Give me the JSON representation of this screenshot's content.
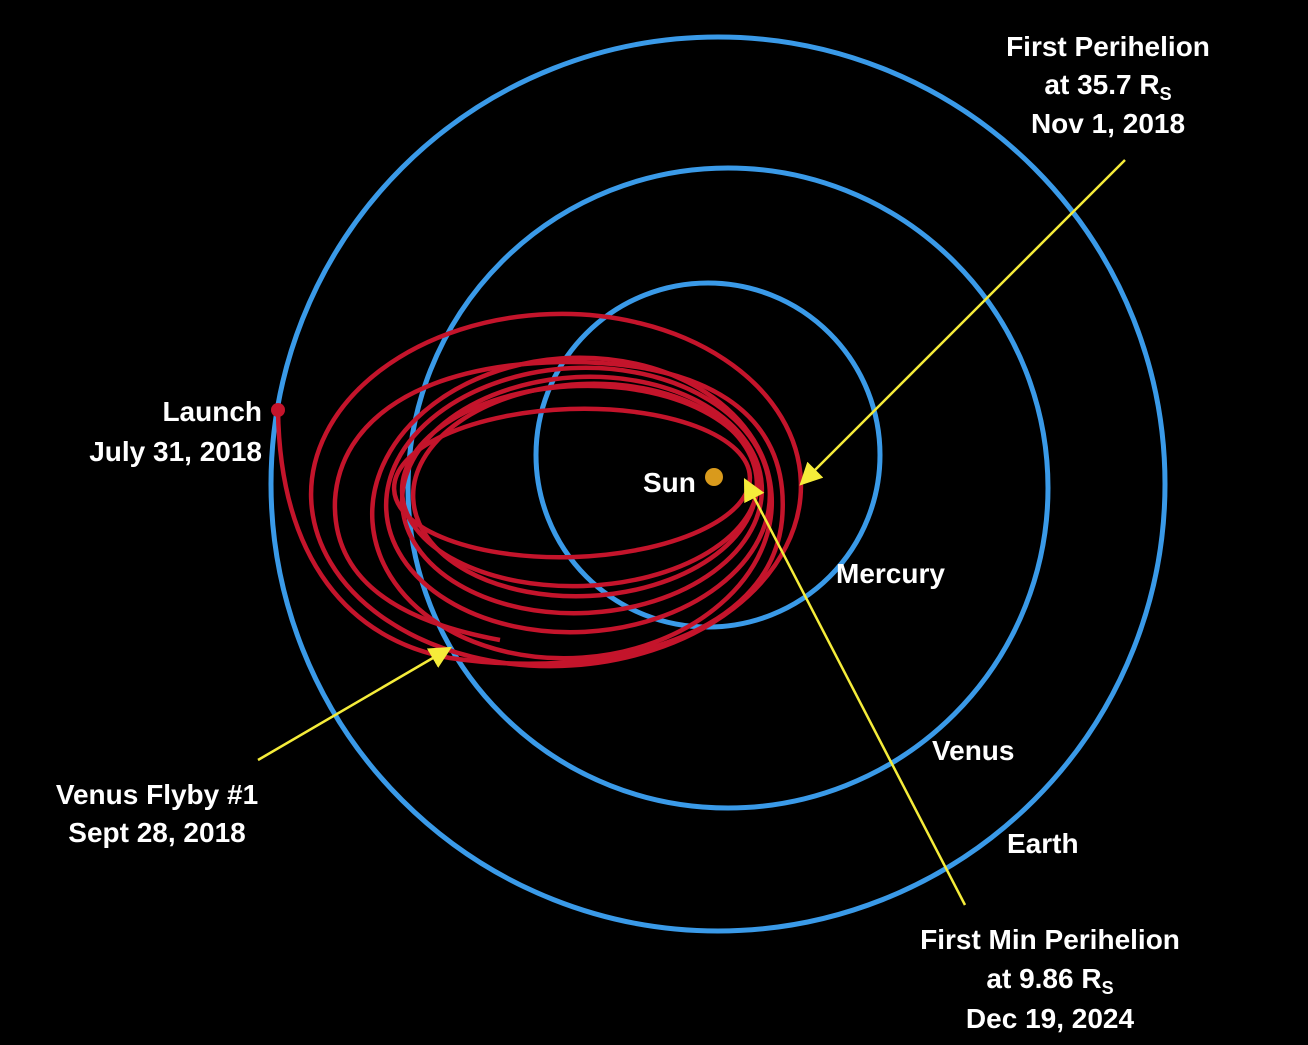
{
  "colors": {
    "background": "#000000",
    "planet_orbit": "#3a9ae8",
    "probe_orbit": "#c4142b",
    "sun": "#d99a1c",
    "callout_arrow": "#f5ec3a",
    "label_text": "#ffffff"
  },
  "orbits": {
    "earth": "Earth",
    "venus": "Venus",
    "mercury": "Mercury"
  },
  "sun_label": "Sun",
  "launch": {
    "title": "Launch",
    "date": "July 31, 2018"
  },
  "venus_flyby": {
    "title": "Venus Flyby #1",
    "date": "Sept 28, 2018"
  },
  "first_perihelion": {
    "title": "First Perihelion",
    "distance_prefix": "at 35.7 R",
    "distance_sub": "S",
    "date": "Nov 1, 2018"
  },
  "first_min_perihelion": {
    "title": "First Min Perihelion",
    "distance_prefix": "at 9.86 R",
    "distance_sub": "S",
    "date": "Dec 19, 2024"
  }
}
